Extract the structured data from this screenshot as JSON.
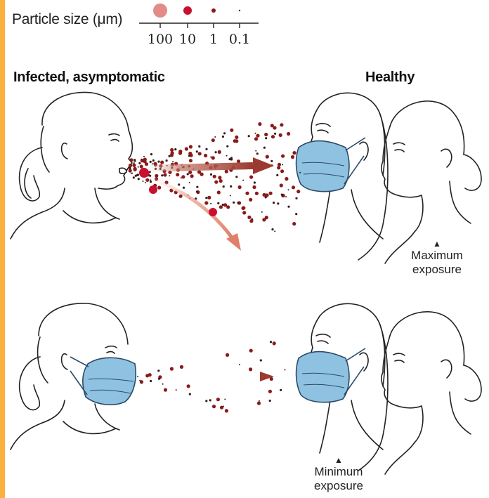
{
  "legend": {
    "title": "Particle size (μm)",
    "sizes": [
      "100",
      "10",
      "1",
      "0.1"
    ]
  },
  "panel_top": {
    "source_label": "Infected, asymptomatic",
    "receiver_label": "Healthy",
    "exposure_label_line1": "Maximum",
    "exposure_label_line2": "exposure"
  },
  "panel_bottom": {
    "exposure_label_line1": "Minimum",
    "exposure_label_line2": "exposure"
  },
  "colors": {
    "accent_bar": "#fbb040",
    "particle_large": "#e38b86",
    "particle_dark": "#8b1a1a",
    "particle_red": "#c8102e",
    "mask": "#8fc2e0",
    "arrow": "#a3483c"
  },
  "icons": [
    "infected-person-icon",
    "healthy-masked-person-icon",
    "healthy-person-icon",
    "mask-icon",
    "arrow-icon",
    "droplet-icon"
  ]
}
